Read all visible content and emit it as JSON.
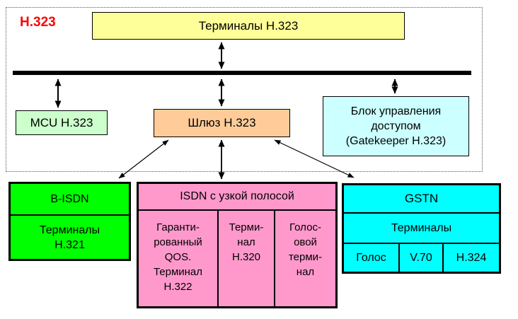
{
  "zone": {
    "label": "H.323"
  },
  "boxes": {
    "terminals": "Терминалы H.323",
    "mcu": "MCU H.323",
    "gateway": "Шлюз H.323",
    "gatekeeper": {
      "line1": "Блок управления",
      "line2": "доступом",
      "line3": "(Gatekeeper H.323)"
    },
    "bisdn": {
      "header": "B-ISDN",
      "body_line1": "Терминалы",
      "body_line2": "H.321"
    },
    "isdn": {
      "header": "ISDN с узкой полосой",
      "col1": [
        "Гаранти-",
        "рованный",
        "QOS.",
        "Терминал",
        "H.322"
      ],
      "col2": [
        "Терми-",
        "нал",
        "H.320"
      ],
      "col3": [
        "Голос-",
        "овой",
        "терми-",
        "нал"
      ]
    },
    "gstn": {
      "header": "GSTN",
      "subheader": "Терминалы",
      "cells": [
        "Голос",
        "V.70",
        "H.324"
      ]
    }
  },
  "colors": {
    "zone_label_red": "#FF0000",
    "terminals_yellow": "#FFFF99",
    "mcu_light_green": "#CCFFCC",
    "gateway_orange": "#FFCC99",
    "gatekeeper_light_cyan": "#CCFFFF",
    "bisdn_green": "#00FF00",
    "isdn_pink": "#FF99CC",
    "gstn_cyan": "#00FFFF",
    "line_black": "#000000"
  }
}
